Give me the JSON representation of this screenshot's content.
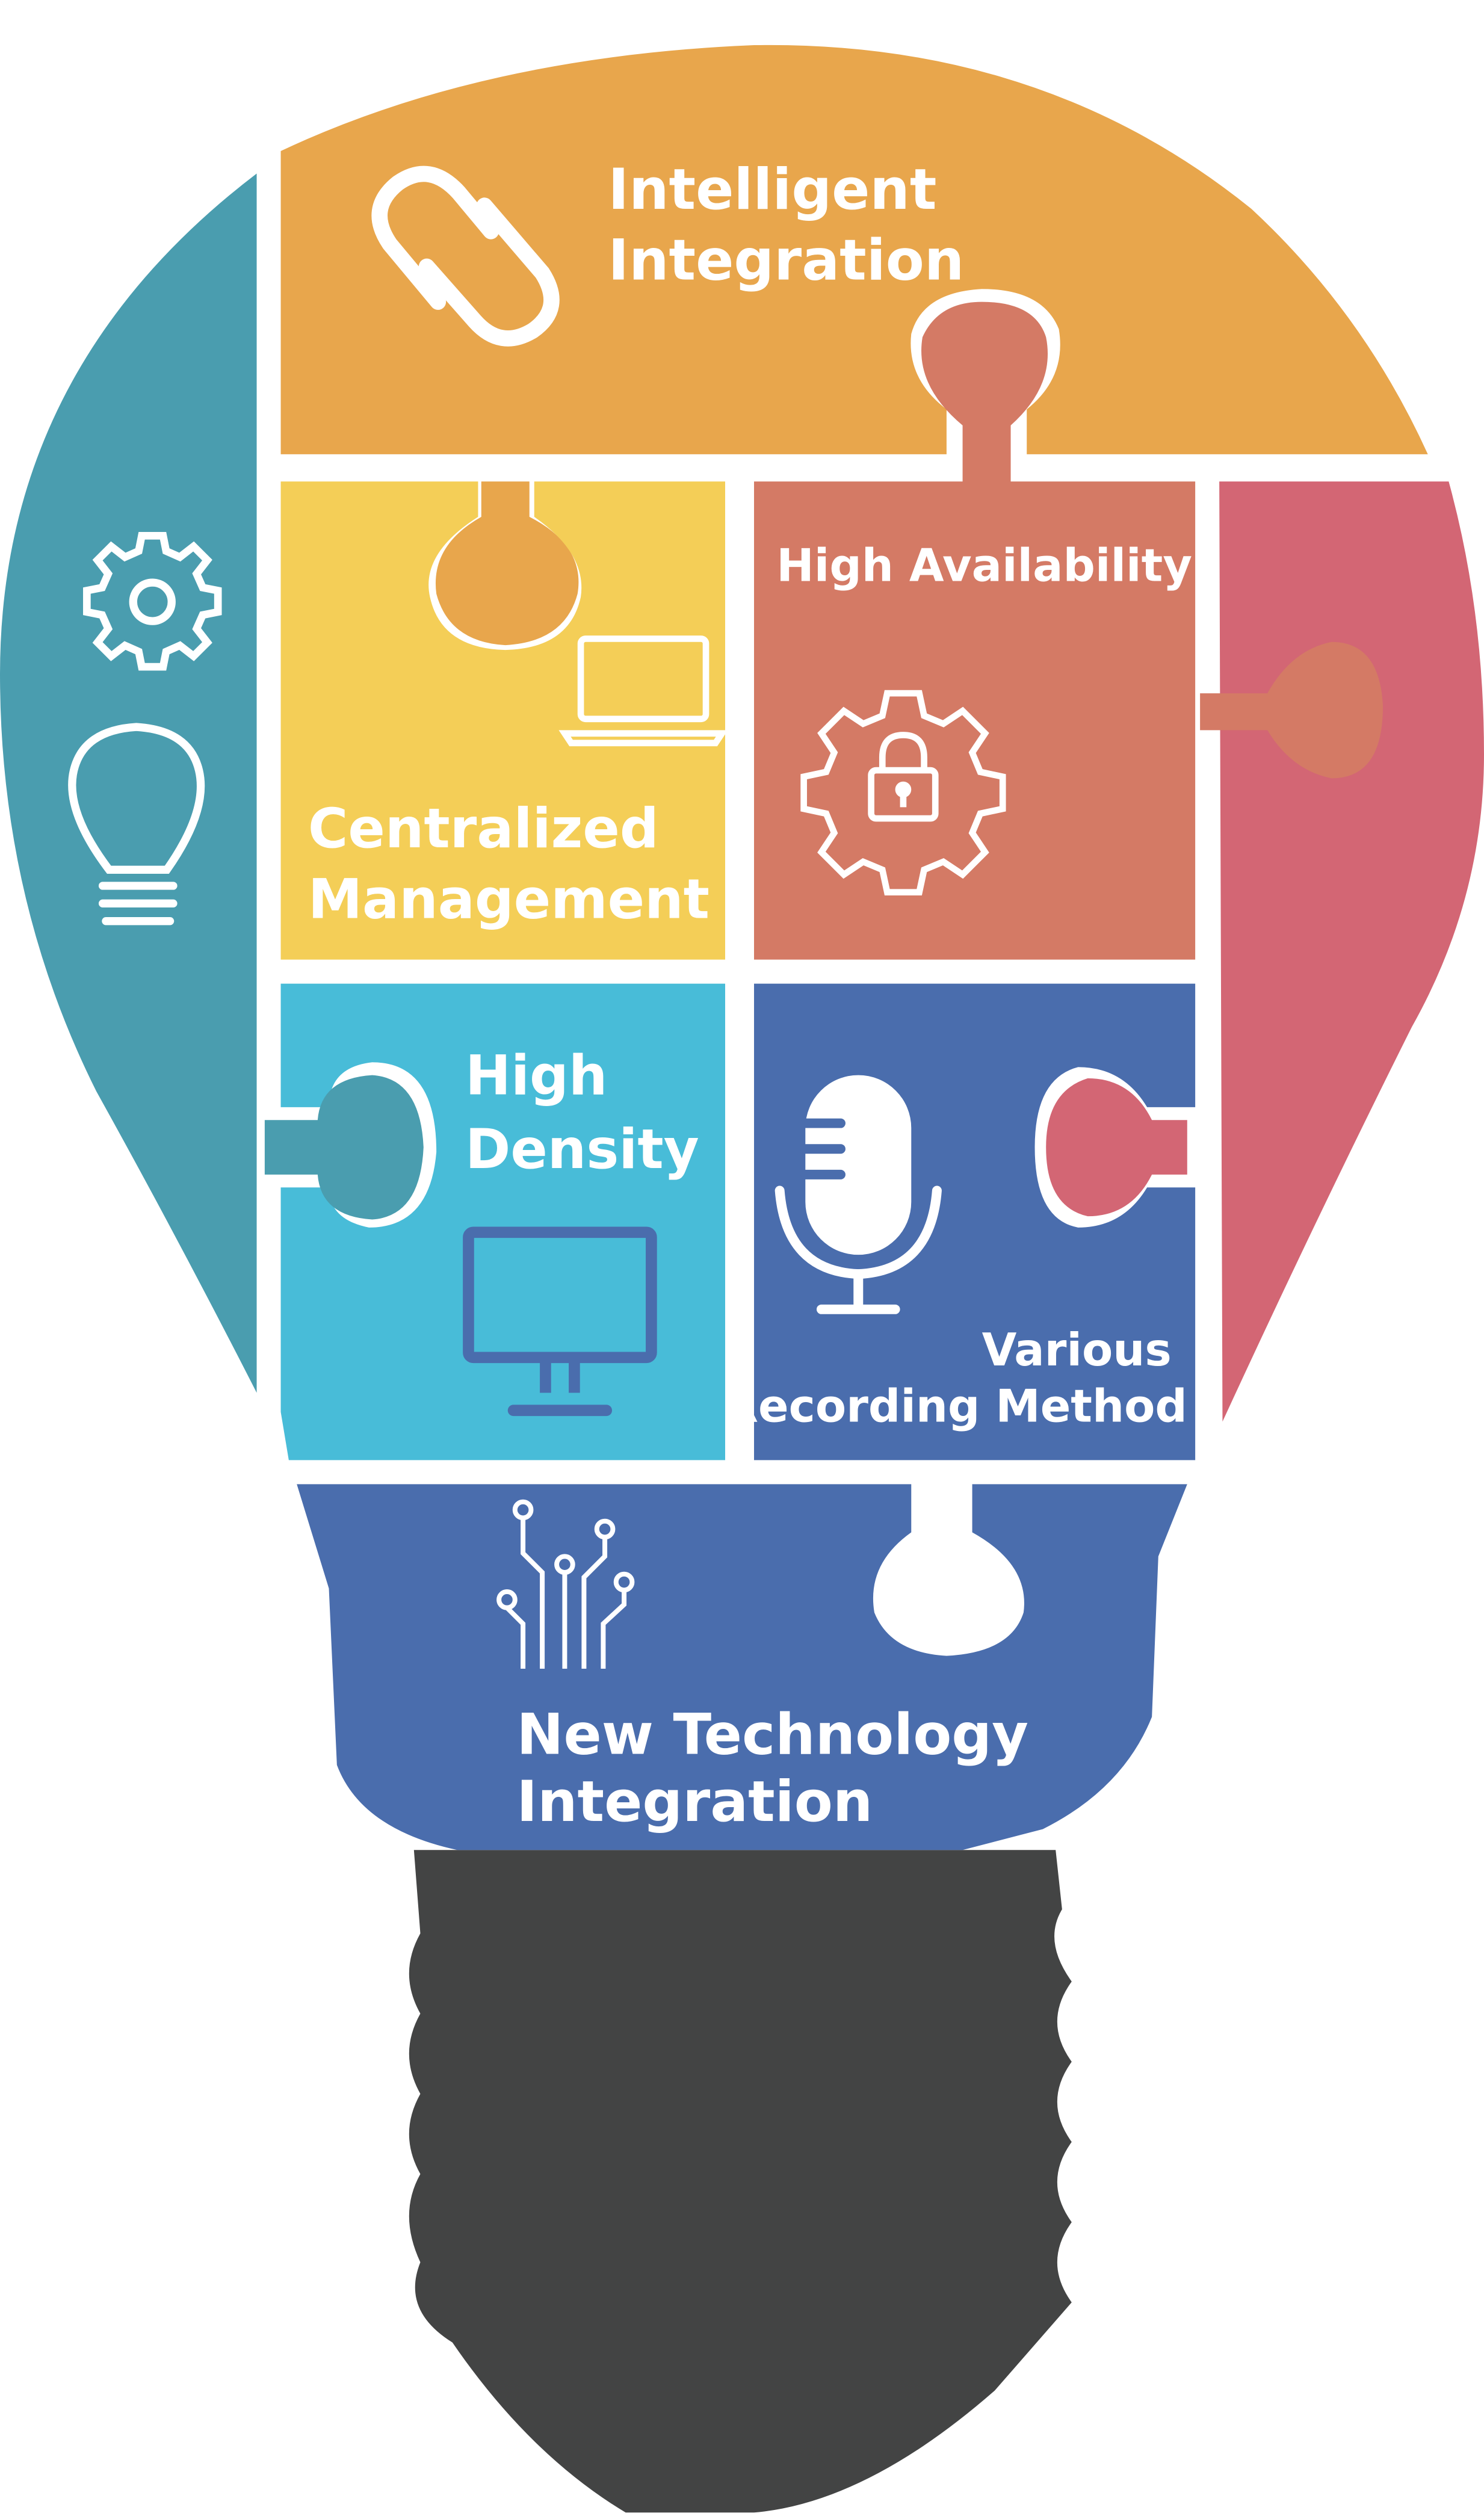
{
  "diagram": {
    "pieces": [
      {
        "id": "intelligent-integration",
        "lines": [
          "Intelligent",
          "Integration"
        ],
        "icon": "paperclip-icon",
        "color": "#E8A64C"
      },
      {
        "id": "centralized-management",
        "lines": [
          "Centralized",
          "Management"
        ],
        "icon": "laptop-icon",
        "color": "#F4CE57"
      },
      {
        "id": "high-availability",
        "lines": [
          "High Availability"
        ],
        "icon": "gear-lock-icon",
        "color": "#D47A65"
      },
      {
        "id": "high-density",
        "lines": [
          "High",
          "Density"
        ],
        "icon": "monitor-icon",
        "color": "#48BCD8"
      },
      {
        "id": "various-recording-method",
        "lines": [
          "Various",
          "Recording Method"
        ],
        "icon": "microphone-icon",
        "color": "#4A6DAD"
      },
      {
        "id": "new-technology-integration",
        "lines": [
          "New Technology",
          "Integration"
        ],
        "icon": "circuit-icon",
        "color": "#4A6DAD"
      }
    ],
    "side_pieces": [
      {
        "id": "left-panel",
        "icons": [
          "gear-icon",
          "lightbulb-icon"
        ],
        "color": "#4A9DAF"
      },
      {
        "id": "right-panel",
        "icons": [],
        "color": "#D36674"
      }
    ],
    "base": {
      "color": "#434444",
      "icon": "bulb-screw-base"
    }
  }
}
